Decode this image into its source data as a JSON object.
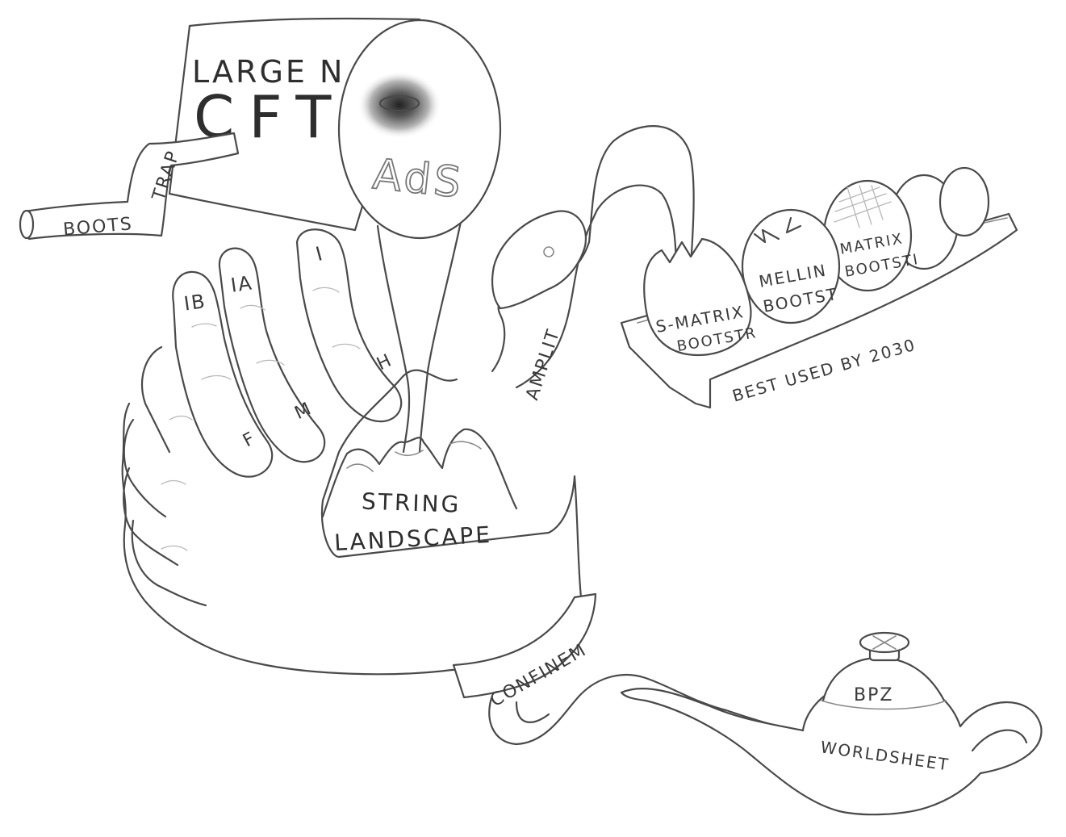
{
  "can": {
    "line1": "LARGE N",
    "line2": "CFT",
    "lid": "AdS"
  },
  "crank": {
    "label_a": "BOOTS",
    "label_b": "TRAP"
  },
  "fingers": {
    "ib": "IB",
    "ia": "IA",
    "i": "I",
    "h": "H",
    "m": "M",
    "f": "F"
  },
  "landscape": {
    "line1": "STRING",
    "line2": "LANDSCAPE"
  },
  "snake": {
    "label": "AMPLIT"
  },
  "cuff": {
    "label": "CONFINEM"
  },
  "eggs": {
    "egg1_line1": "S-MATRIX",
    "egg1_line2": "BOOTSTR",
    "egg2_line1": "MELLIN",
    "egg2_line2": "BOOTST",
    "egg3_line1": "MATRIX",
    "egg3_line2": "BOOTSTI",
    "carton": "BEST USED BY 2030"
  },
  "lamp": {
    "lid": "BPZ",
    "body": "WORLDSHEET"
  }
}
